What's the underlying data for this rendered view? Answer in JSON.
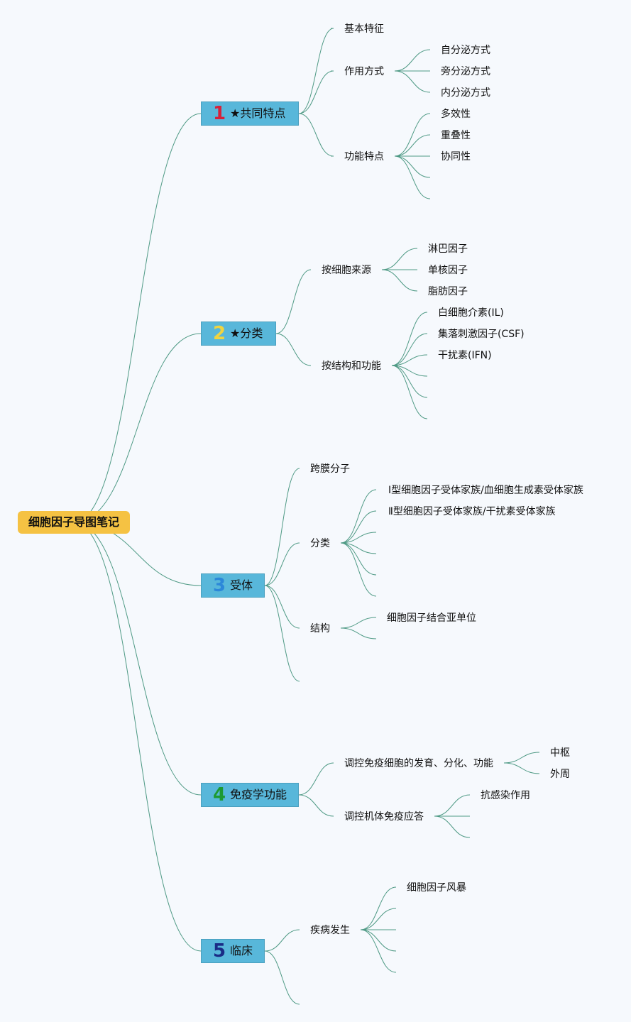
{
  "root": {
    "label": "细胞因子导图笔记"
  },
  "branches": [
    {
      "num": "1",
      "num_color": "#d6213a",
      "label": "★共同特点"
    },
    {
      "num": "2",
      "num_color": "#f0d440",
      "label": "★分类"
    },
    {
      "num": "3",
      "num_color": "#2c88d9",
      "label": "受体"
    },
    {
      "num": "4",
      "num_color": "#1d9a32",
      "label": "免疫学功能"
    },
    {
      "num": "5",
      "num_color": "#1a2c86",
      "label": "临床"
    }
  ],
  "b1": {
    "basic": "基本特征",
    "action": "作用方式",
    "action_items": [
      "自分泌方式",
      "旁分泌方式",
      "内分泌方式"
    ],
    "func": "功能特点",
    "func_items": [
      "多效性",
      "重叠性",
      "协同性"
    ]
  },
  "b2": {
    "source": "按细胞来源",
    "source_items": [
      "淋巴因子",
      "单核因子",
      "脂肪因子"
    ],
    "structure": "按结构和功能",
    "structure_items": [
      "白细胞介素(IL)",
      "集落刺激因子(CSF)",
      "干扰素(IFN)"
    ]
  },
  "b3": {
    "trans": "跨膜分子",
    "classify": "分类",
    "classify_items": [
      "Ⅰ型细胞因子受体家族/血细胞生成素受体家族",
      "Ⅱ型细胞因子受体家族/干扰素受体家族"
    ],
    "structure": "结构",
    "structure_items": [
      "细胞因子结合亚单位"
    ]
  },
  "b4": {
    "regulate": "调控免疫细胞的发育、分化、功能",
    "regulate_items": [
      "中枢",
      "外周"
    ],
    "response": "调控机体免疫应答",
    "response_items": [
      "抗感染作用"
    ]
  },
  "b5": {
    "disease": "疾病发生",
    "disease_items": [
      "细胞因子风暴"
    ]
  },
  "colors": {
    "line": "#4f9a85",
    "root": "#f5c243",
    "branch": "#58b7da",
    "background": "#f6f9fd"
  }
}
